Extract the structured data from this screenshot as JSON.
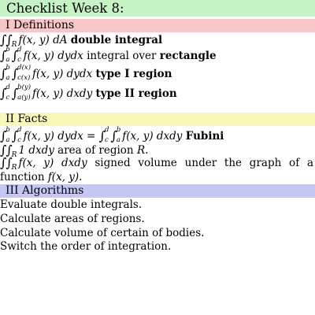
{
  "title": "Checklist Week 8:",
  "sections": [
    {
      "heading": "I Definitions",
      "items": [
        {
          "expr": "f(x, y) dA",
          "label": "double integral"
        },
        {
          "expr": "f(x, y) dydx",
          "text": "integral over",
          "label": "rectangle"
        },
        {
          "expr": "f(x, y) dydx",
          "label": "type I region"
        },
        {
          "expr": "f(x, y) dxdy",
          "label": "type II region"
        }
      ]
    },
    {
      "heading": "II Facts",
      "items": [
        {
          "expr_left": "f(x, y) dydx =",
          "expr_right": "f(x, y) dxdy",
          "label": "Fubini"
        },
        {
          "expr": "1 dxdy",
          "text": "area of region",
          "var": "R."
        },
        {
          "expr": "f(x, y) dxdy",
          "text": "signed volume under the graph of a function",
          "tail": "f(x, y)."
        }
      ]
    },
    {
      "heading": "III Algorithms",
      "items": [
        "Evaluate double integrals.",
        "Calculate areas of regions.",
        "Calculate volume of certain of bodies.",
        "Switch the order of integration."
      ]
    }
  ],
  "symbols": {
    "R": "R",
    "a": "a",
    "b": "b",
    "c": "c",
    "d": "d",
    "cx": "c(x)",
    "dx": "d(x)",
    "ay": "a(y)",
    "by": "b(y)"
  },
  "colors": {
    "title": "#c6f3c6",
    "section1": "#f7c6c6",
    "section2": "#f7f7b8",
    "section3": "#c6c6f3"
  }
}
